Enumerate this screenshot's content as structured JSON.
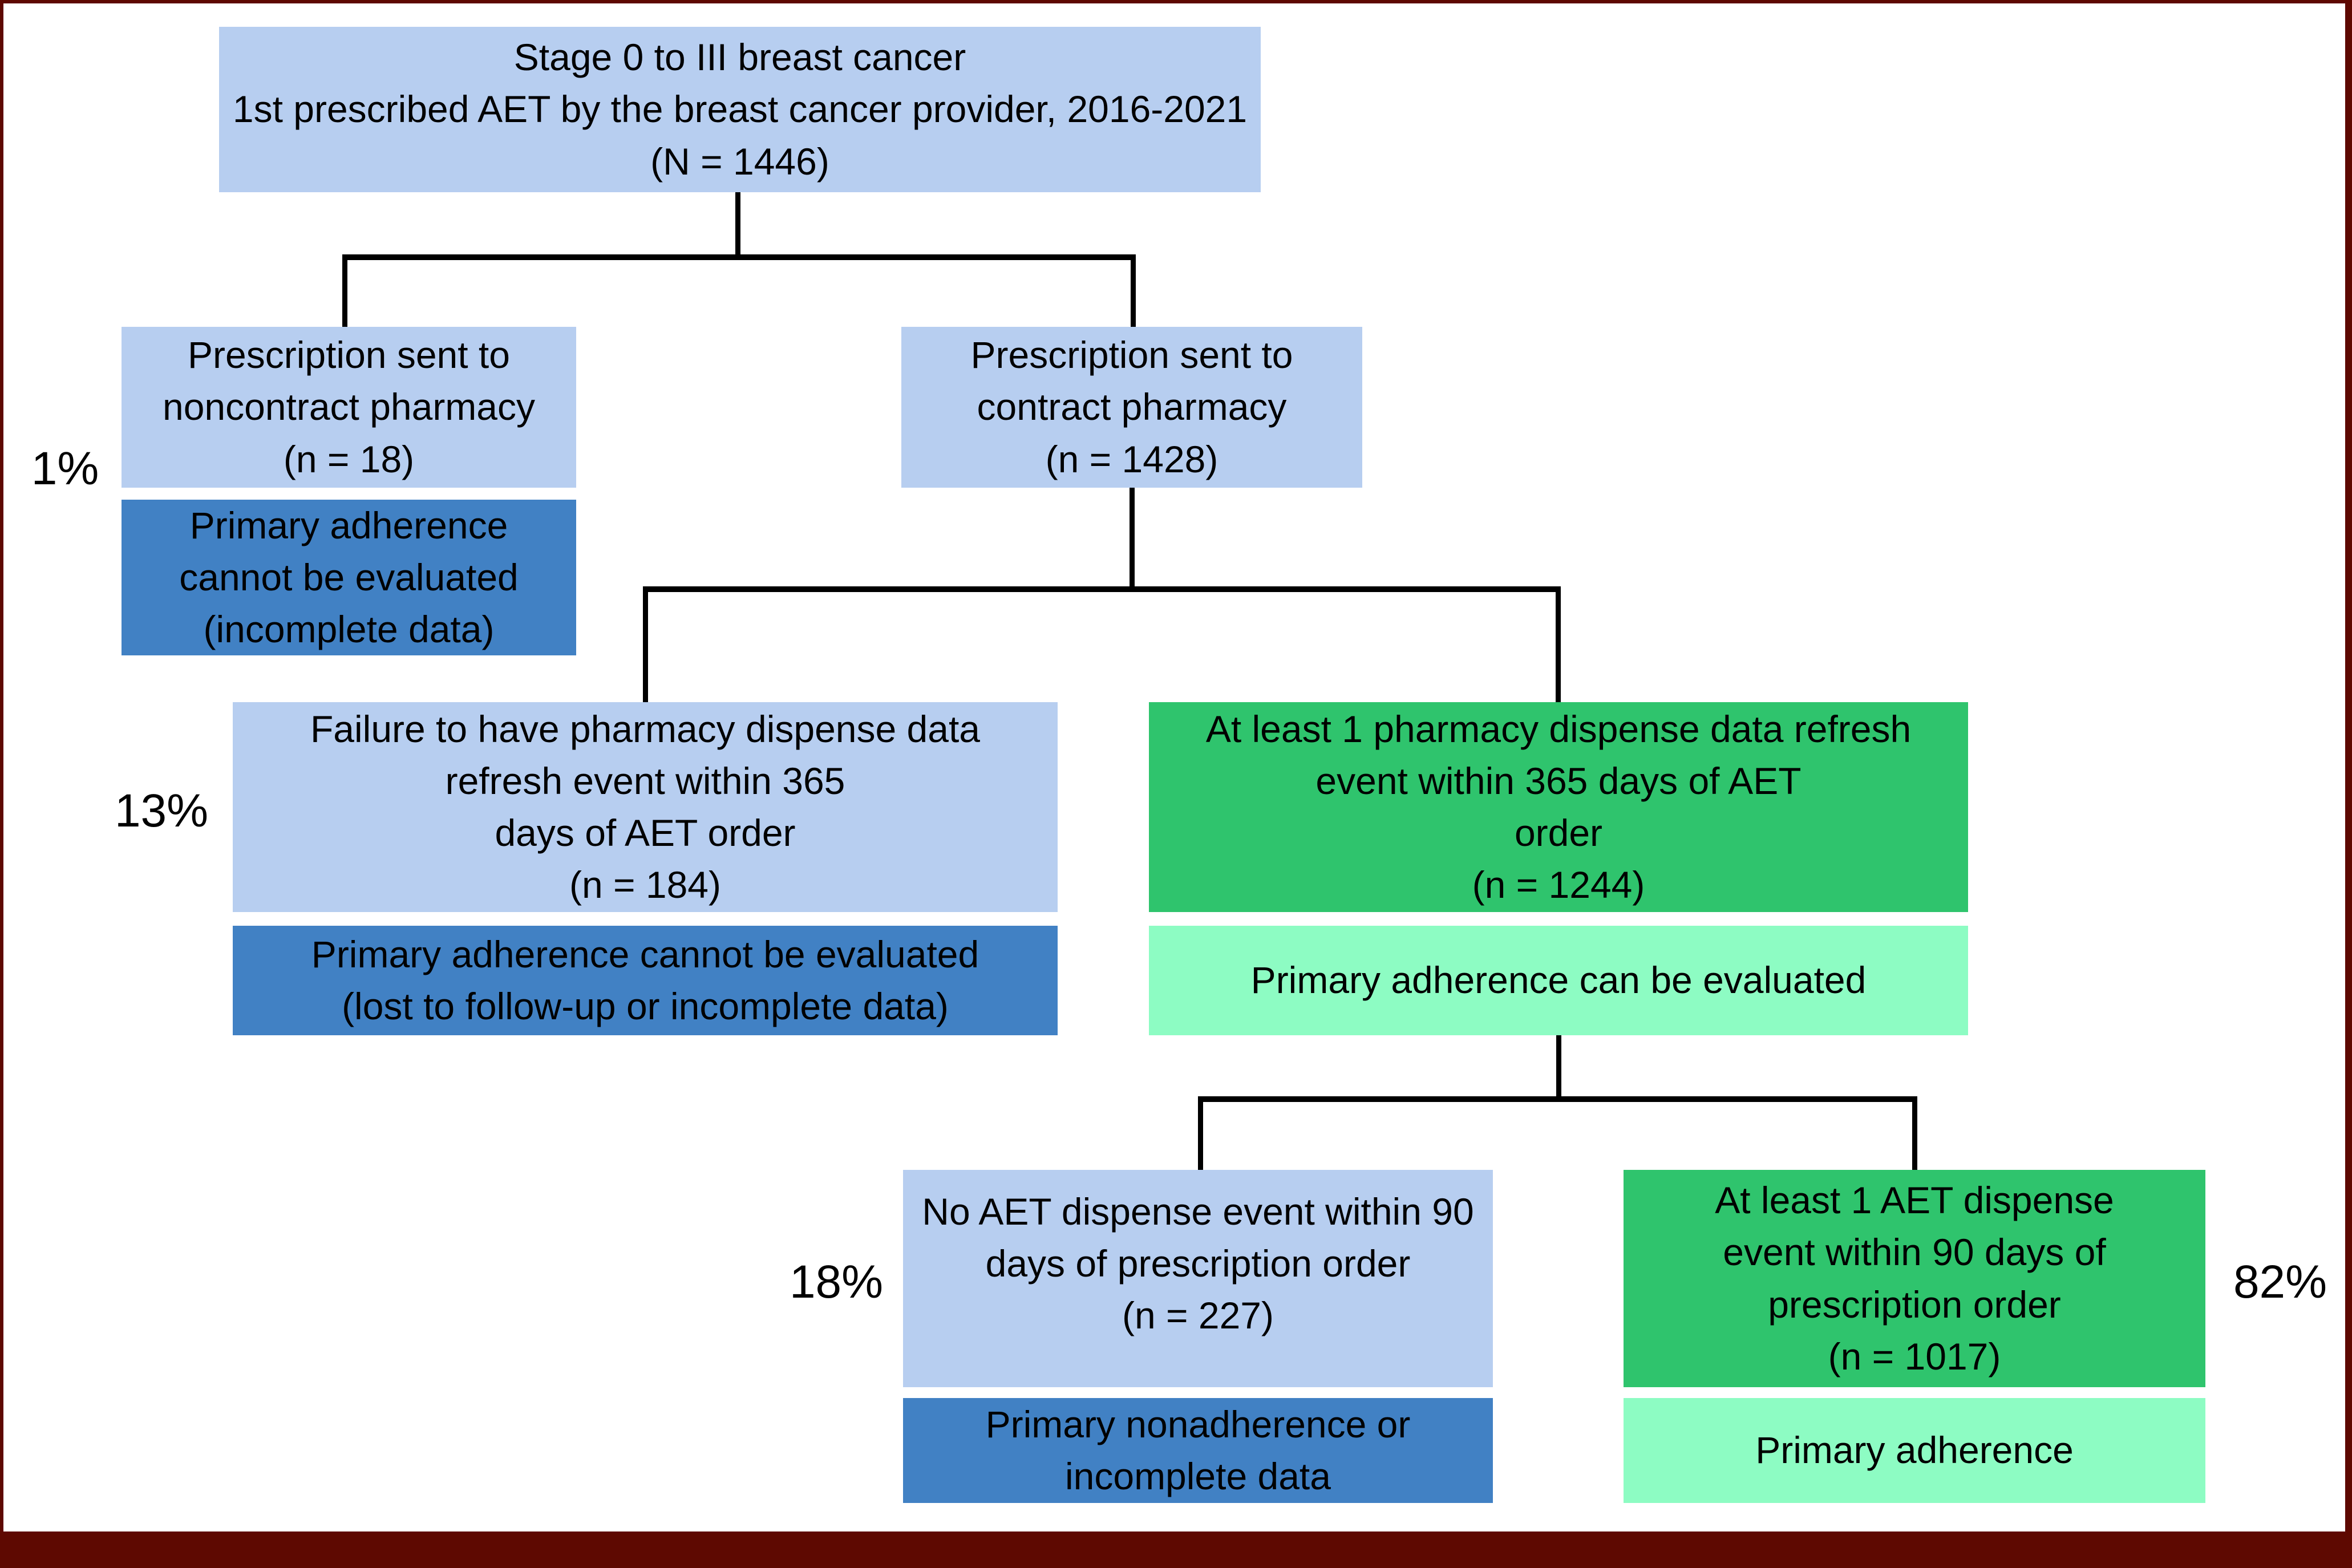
{
  "figure": {
    "type": "consort-flow-diagram",
    "description_of_pixels_only": "Flow diagram of AET prescriptions and primary adherence evaluation"
  },
  "colors": {
    "light_blue": "#b7cef0",
    "dark_blue": "#4181c4",
    "green": "#2fc46d",
    "light_green": "#8dfcc3",
    "frame": "#5e0901",
    "line": "#000000",
    "background": "#ffffff",
    "text": "#000000"
  },
  "flowchart": {
    "root": {
      "label": "Stage 0 to III breast cancer\n1st prescribed AET by the breast cancer provider, 2016-2021\n(N = 1446)"
    },
    "noncontract": {
      "percent": "1%",
      "label": "Prescription sent to\nnoncontract pharmacy\n(n = 18)",
      "outcome": "Primary adherence\ncannot be evaluated\n(incomplete data)"
    },
    "contract": {
      "label": "Prescription sent to\ncontract pharmacy\n(n = 1428)"
    },
    "no_refresh": {
      "percent": "13%",
      "label": "Failure to have pharmacy dispense data\nrefresh event within 365\ndays of AET order\n(n = 184)",
      "outcome": "Primary adherence cannot be evaluated\n(lost to follow-up or incomplete data)"
    },
    "refresh": {
      "label": "At least 1 pharmacy dispense data refresh\nevent within 365 days of AET\norder\n(n = 1244)",
      "outcome": "Primary adherence can be evaluated"
    },
    "no_dispense": {
      "percent": "18%",
      "label": "No AET dispense event within 90\ndays of prescription order\n(n = 227)",
      "outcome": "Primary nonadherence or\nincomplete data"
    },
    "dispense": {
      "percent": "82%",
      "label": "At least 1 AET dispense\nevent within 90 days of\nprescription order\n(n = 1017)",
      "outcome": "Primary adherence"
    }
  }
}
